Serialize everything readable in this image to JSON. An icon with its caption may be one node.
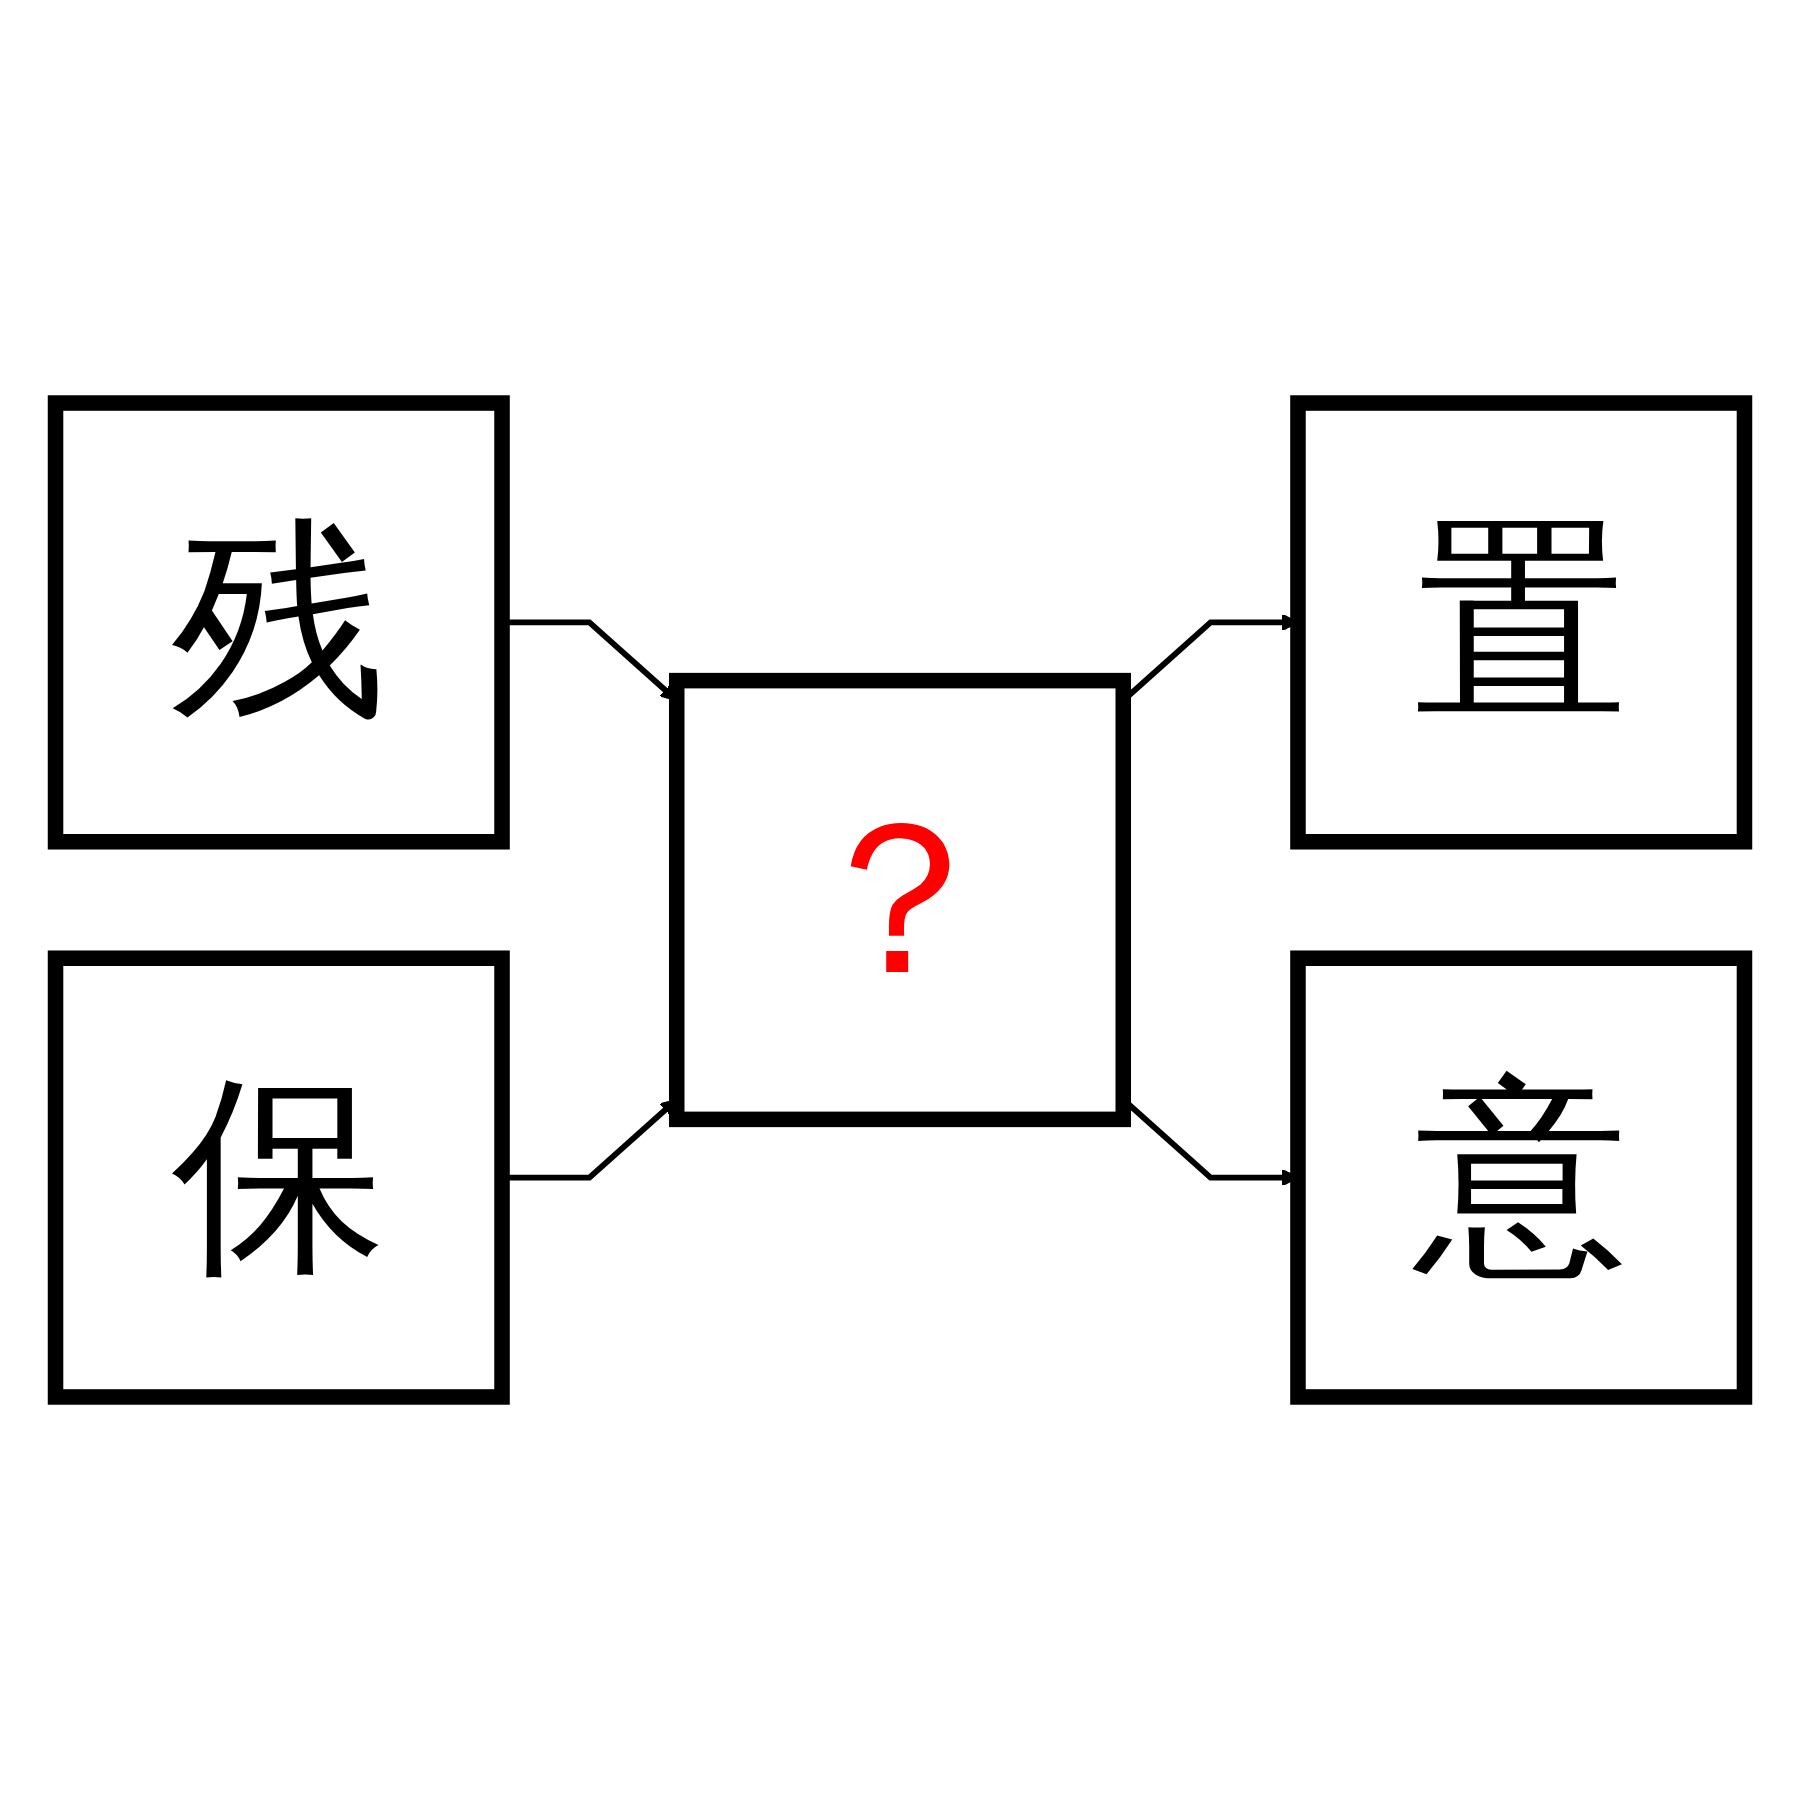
{
  "diagram": {
    "nodes": [
      {
        "text": [
          "残"
        ]
      },
      {
        "text": [
          "保"
        ]
      },
      {
        "text": [
          "？"
        ]
      },
      {
        "text": [
          "置"
        ]
      },
      {
        "text": [
          "意"
        ]
      }
    ],
    "edges": [
      {
        "from": 0,
        "to": 2,
        "arrow": "to"
      },
      {
        "from": 1,
        "to": 2,
        "arrow": "to"
      },
      {
        "from": 2,
        "to": 3,
        "arrow": "to"
      },
      {
        "from": 2,
        "to": 4,
        "arrow": "to"
      }
    ]
  }
}
